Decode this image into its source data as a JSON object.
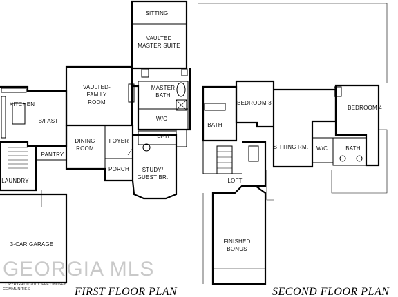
{
  "first_floor": {
    "title": "FIRST FLOOR PLAN",
    "rooms": {
      "sitting": "SITTING",
      "vaulted_master_suite": [
        "VAULTED",
        "MASTER SUITE"
      ],
      "vaulted_family_room": [
        "VAULTED-",
        "FAMILY",
        "ROOM"
      ],
      "master_bath": [
        "MASTER",
        "BATH"
      ],
      "kitchen": "KITCHEN",
      "bfast": "B/FAST",
      "wic": "W/C",
      "bath": "BATH",
      "dining_room": [
        "DINING",
        "ROOM"
      ],
      "foyer": "FOYER",
      "pantry": "PANTRY",
      "porch": "PORCH",
      "study": [
        "STUDY/",
        "GUEST BR."
      ],
      "laundry": "LAUNDRY",
      "garage": "3-CAR GARAGE"
    }
  },
  "second_floor": {
    "title": "SECOND FLOOR PLAN",
    "rooms": {
      "bedroom3": "BEDROOM 3",
      "bedroom4": "BEDROOM 4",
      "bath_left": "BATH",
      "sitting_rm": "SITTING RM.",
      "wic": "W/C",
      "bath_right": "BATH",
      "loft": "LOFT",
      "finished_bonus": [
        "FINISHED",
        "BONUS"
      ]
    }
  },
  "watermark": {
    "text": "GEORGIA MLS",
    "copyright": [
      "COPYRIGHT © 2010 JEFF LINDSEY",
      "COMMUNITIES"
    ]
  }
}
